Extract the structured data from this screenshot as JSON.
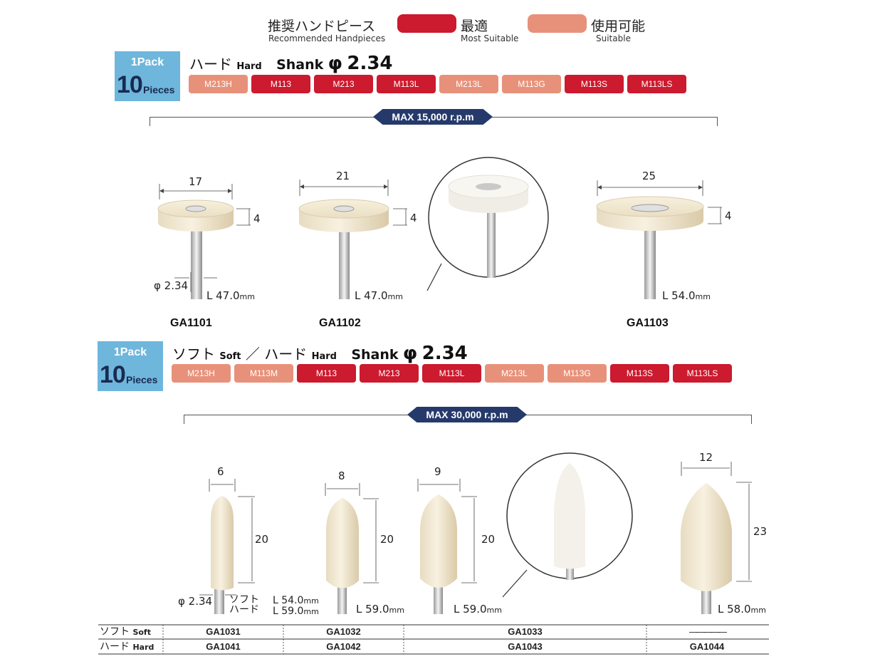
{
  "legend": {
    "title_jp": "推奨ハンドピース",
    "title_en": "Recommended Handpieces",
    "best_jp": "最適",
    "best_en": "Most Suitable",
    "ok_jp": "使用可能",
    "ok_en": "Suitable",
    "colors": {
      "best": "#cc1a2e",
      "ok": "#e8917a"
    }
  },
  "section1": {
    "pack_top": "1Pack",
    "pack_big": "10",
    "pack_pcs": "Pieces",
    "hardness_jp": "ハード",
    "hardness_en": "Hard",
    "shank_label": "Shank",
    "shank_phi": "φ",
    "shank_value": "2.34",
    "handpieces": [
      {
        "label": "M213H",
        "level": "ok"
      },
      {
        "label": "M113",
        "level": "best"
      },
      {
        "label": "M213",
        "level": "best"
      },
      {
        "label": "M113L",
        "level": "best"
      },
      {
        "label": "M213L",
        "level": "ok"
      },
      {
        "label": "M113G",
        "level": "ok"
      },
      {
        "label": "M113S",
        "level": "best"
      },
      {
        "label": "M113LS",
        "level": "best"
      }
    ],
    "rpm": "MAX 15,000 r.p.m",
    "products": [
      {
        "code": "GA1101",
        "width": "17",
        "height": "4",
        "shank": "φ 2.34",
        "length": "L 47.0",
        "unit": "mm"
      },
      {
        "code": "GA1102",
        "width": "21",
        "height": "4",
        "length": "L 47.0",
        "unit": "mm"
      },
      {
        "code": "GA1103",
        "width": "25",
        "height": "4",
        "length": "L 54.0",
        "unit": "mm"
      }
    ]
  },
  "section2": {
    "pack_top": "1Pack",
    "pack_big": "10",
    "pack_pcs": "Pieces",
    "soft_jp": "ソフト",
    "soft_en": "Soft",
    "slash": "／",
    "hard_jp": "ハード",
    "hard_en": "Hard",
    "shank_label": "Shank",
    "shank_phi": "φ",
    "shank_value": "2.34",
    "handpieces": [
      {
        "label": "M213H",
        "level": "ok"
      },
      {
        "label": "M113M",
        "level": "ok"
      },
      {
        "label": "M113",
        "level": "best"
      },
      {
        "label": "M213",
        "level": "best"
      },
      {
        "label": "M113L",
        "level": "best"
      },
      {
        "label": "M213L",
        "level": "ok"
      },
      {
        "label": "M113G",
        "level": "ok"
      },
      {
        "label": "M113S",
        "level": "best"
      },
      {
        "label": "M113LS",
        "level": "best"
      }
    ],
    "rpm": "MAX 30,000 r.p.m",
    "products": [
      {
        "width": "6",
        "height": "20",
        "shank": "φ 2.34",
        "soft_label": "ソフト",
        "hard_label": "ハード",
        "soft_length": "L 54.0",
        "hard_length": "L 59.0",
        "unit": "mm"
      },
      {
        "width": "8",
        "height": "20",
        "length": "L 59.0",
        "unit": "mm"
      },
      {
        "width": "9",
        "height": "20",
        "length": "L 59.0",
        "unit": "mm"
      },
      {
        "width": "12",
        "height": "23",
        "length": "L 58.0",
        "unit": "mm"
      }
    ],
    "table": {
      "soft_jp": "ソフト",
      "soft_en": "Soft",
      "hard_jp": "ハード",
      "hard_en": "Hard",
      "soft_codes": [
        "GA1031",
        "GA1032",
        "GA1033",
        "―――――"
      ],
      "hard_codes": [
        "GA1041",
        "GA1042",
        "GA1043",
        "GA1044"
      ]
    }
  }
}
